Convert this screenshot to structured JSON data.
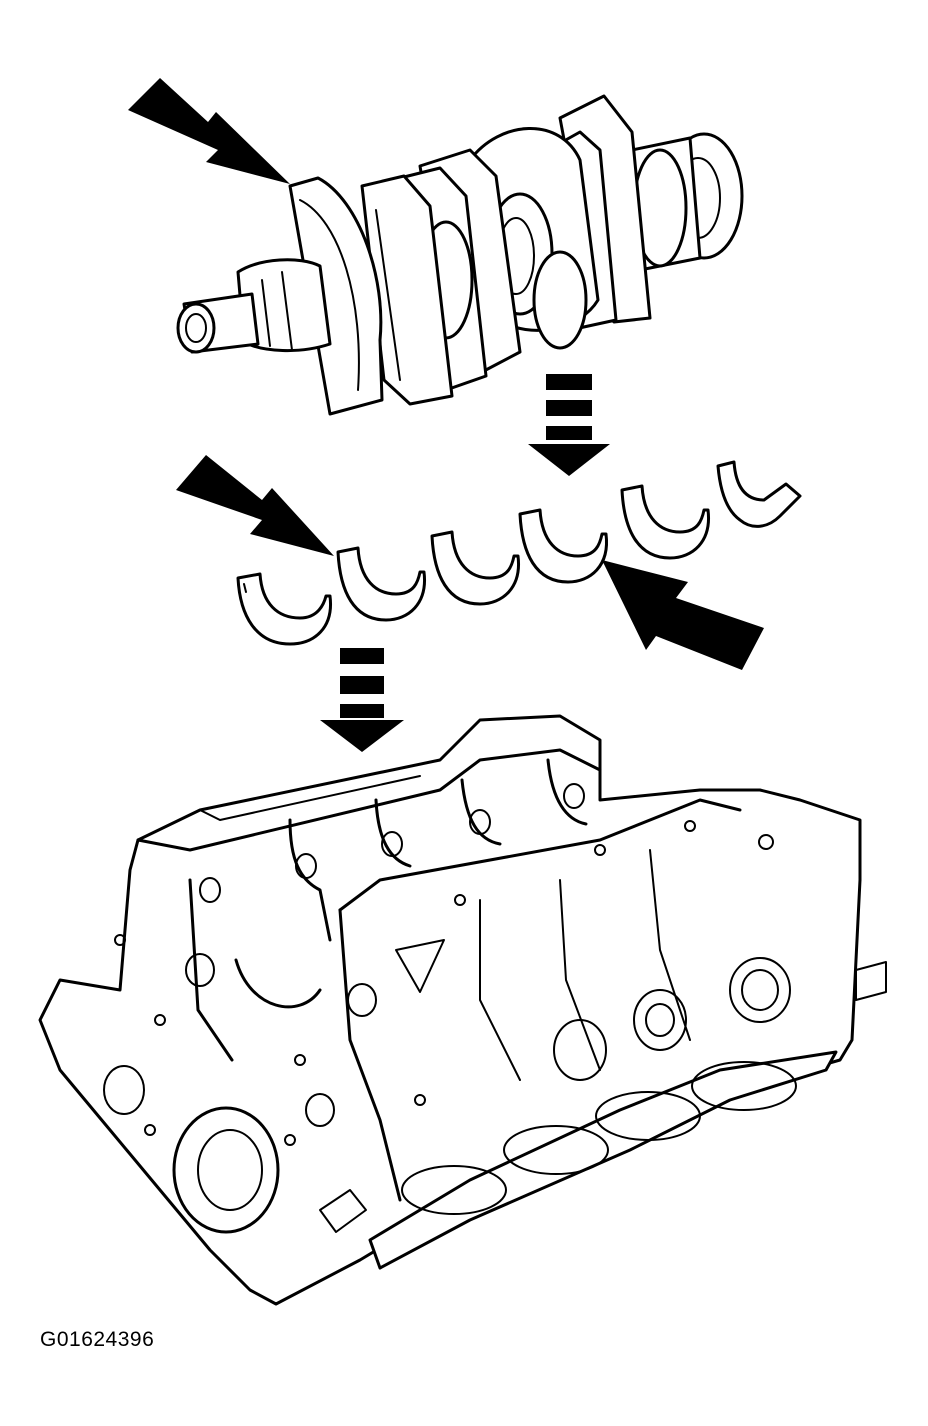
{
  "figure": {
    "id_label": "G01624396"
  },
  "components": [
    {
      "name": "crankshaft",
      "icon": "crankshaft-icon"
    },
    {
      "name": "main-bearings",
      "icon": "bearing-shell-icon",
      "count": 6
    },
    {
      "name": "engine-block",
      "icon": "engine-block-icon"
    }
  ],
  "indicators": {
    "pointer_arrows": 3,
    "direction_arrows": 2
  },
  "colors": {
    "ink": "#000000",
    "paper": "#ffffff"
  }
}
